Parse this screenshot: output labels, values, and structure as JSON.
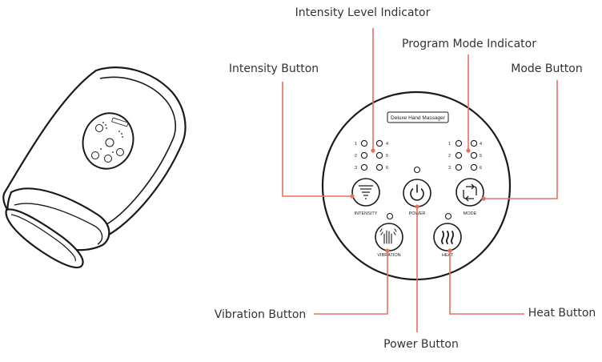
{
  "labels": {
    "intensity_level_indicator": "Intensity Level Indicator",
    "program_mode_indicator": "Program Mode Indicator",
    "intensity_button": "Intensity Button",
    "mode_button": "Mode Button",
    "vibration_button": "Vibration Button",
    "heat_button": "Heat Button",
    "power_button": "Power Button"
  },
  "panel": {
    "title": "Deluxe Hand Massager",
    "intensity_levels_left": [
      "1",
      "2",
      "3"
    ],
    "intensity_levels_right": [
      "4",
      "5",
      "6"
    ],
    "mode_levels_left": [
      "1",
      "2",
      "3"
    ],
    "mode_levels_right": [
      "4",
      "5",
      "6"
    ],
    "intensity_label": "INTENSITY",
    "power_label": "POWER",
    "mode_label": "MODE",
    "vibration_label": "VIBRATION",
    "heat_label": "HEAT"
  },
  "colors": {
    "leader": "#e8705f",
    "outline": "#1a1a1a",
    "text": "#333333"
  },
  "icons": [
    "intensity-icon",
    "power-icon",
    "mode-icon",
    "vibration-icon",
    "heat-icon"
  ]
}
